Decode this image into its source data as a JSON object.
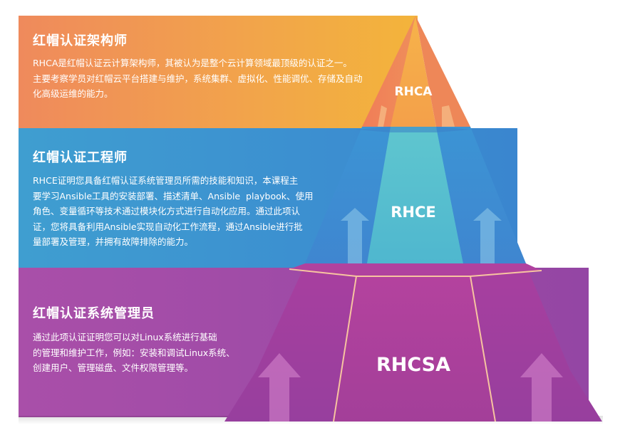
{
  "tiers": [
    {
      "title": "红帽认证架构师",
      "label": "RHCA",
      "desc": [
        "RHCA是红帽认证云计算架构师，其被认为是整个云计算领域最顶级的认证之一。",
        "主要考察学员对红帽云平台搭建与维护，系统集群、虚拟化、性能调优、存储及自动",
        "化高级运维的能力。"
      ]
    },
    {
      "title": "红帽认证工程师",
      "label": "RHCE",
      "desc": [
        "RHCE证明您具备红帽认证系统管理员所需的技能和知识，本课程主",
        "要学习Ansible工具的安装部署、描述清单、Ansible  playbook、使用",
        "角色、变量循环等技术通过模块化方式进行自动化应用。通过此项认",
        "证，您将具备利用Ansible实现自动化工作流程，通过Ansible进行批",
        "量部署及管理，并拥有故障排除的能力。"
      ]
    },
    {
      "title": "红帽认证系统管理员",
      "label": "RHCSA",
      "desc": [
        "通过此项认证证明您可以对Linux系统进行基础",
        "的管理和维护工作，例如：安装和调试Linux系统、",
        "创建用户、管理磁盘、文件权限管理等。"
      ]
    }
  ],
  "colors": {
    "top_band": "#f2a54a",
    "mid_band": "#3c8fd0",
    "bot_band": "#9c4aa6"
  }
}
